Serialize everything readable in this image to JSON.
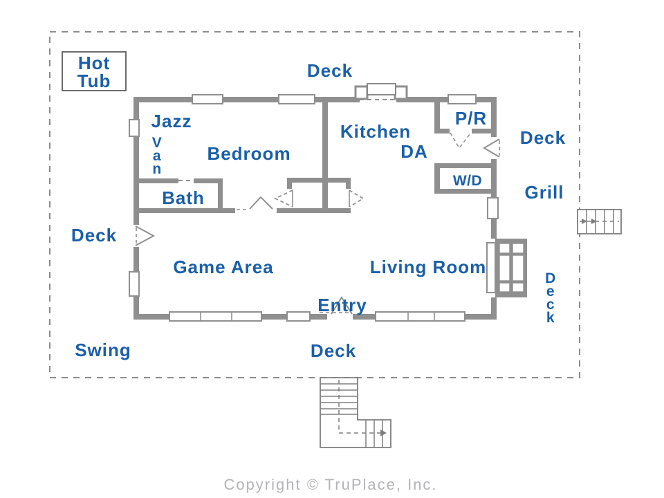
{
  "colors": {
    "label_blue": "#1a5fa8",
    "wall_gray": "#8f8f8f",
    "stair_line_gray": "#7e7e7e",
    "boundary_gray": "#8c8c8c",
    "copyright_gray": "#b4b4b8",
    "background": "#ffffff"
  },
  "labels": {
    "hot_tub": {
      "line1": "Hot",
      "line2": "Tub"
    },
    "deck_top": "Deck",
    "jazz": "Jazz",
    "vanity": "Van",
    "bedroom": "Bedroom",
    "kitchen": "Kitchen",
    "dining_area": "DA",
    "powder_room": "P/R",
    "deck_right": "Deck",
    "washer_dryer": "W/D",
    "grill": "Grill",
    "deck_left": "Deck",
    "game_area": "Game Area",
    "living_room": "Living Room",
    "deck_right_vertical": "Deck",
    "entry": "Entry",
    "swing": "Swing",
    "deck_bottom": "Deck"
  },
  "footer": {
    "copyright": "Copyright © TruPlace, Inc."
  }
}
